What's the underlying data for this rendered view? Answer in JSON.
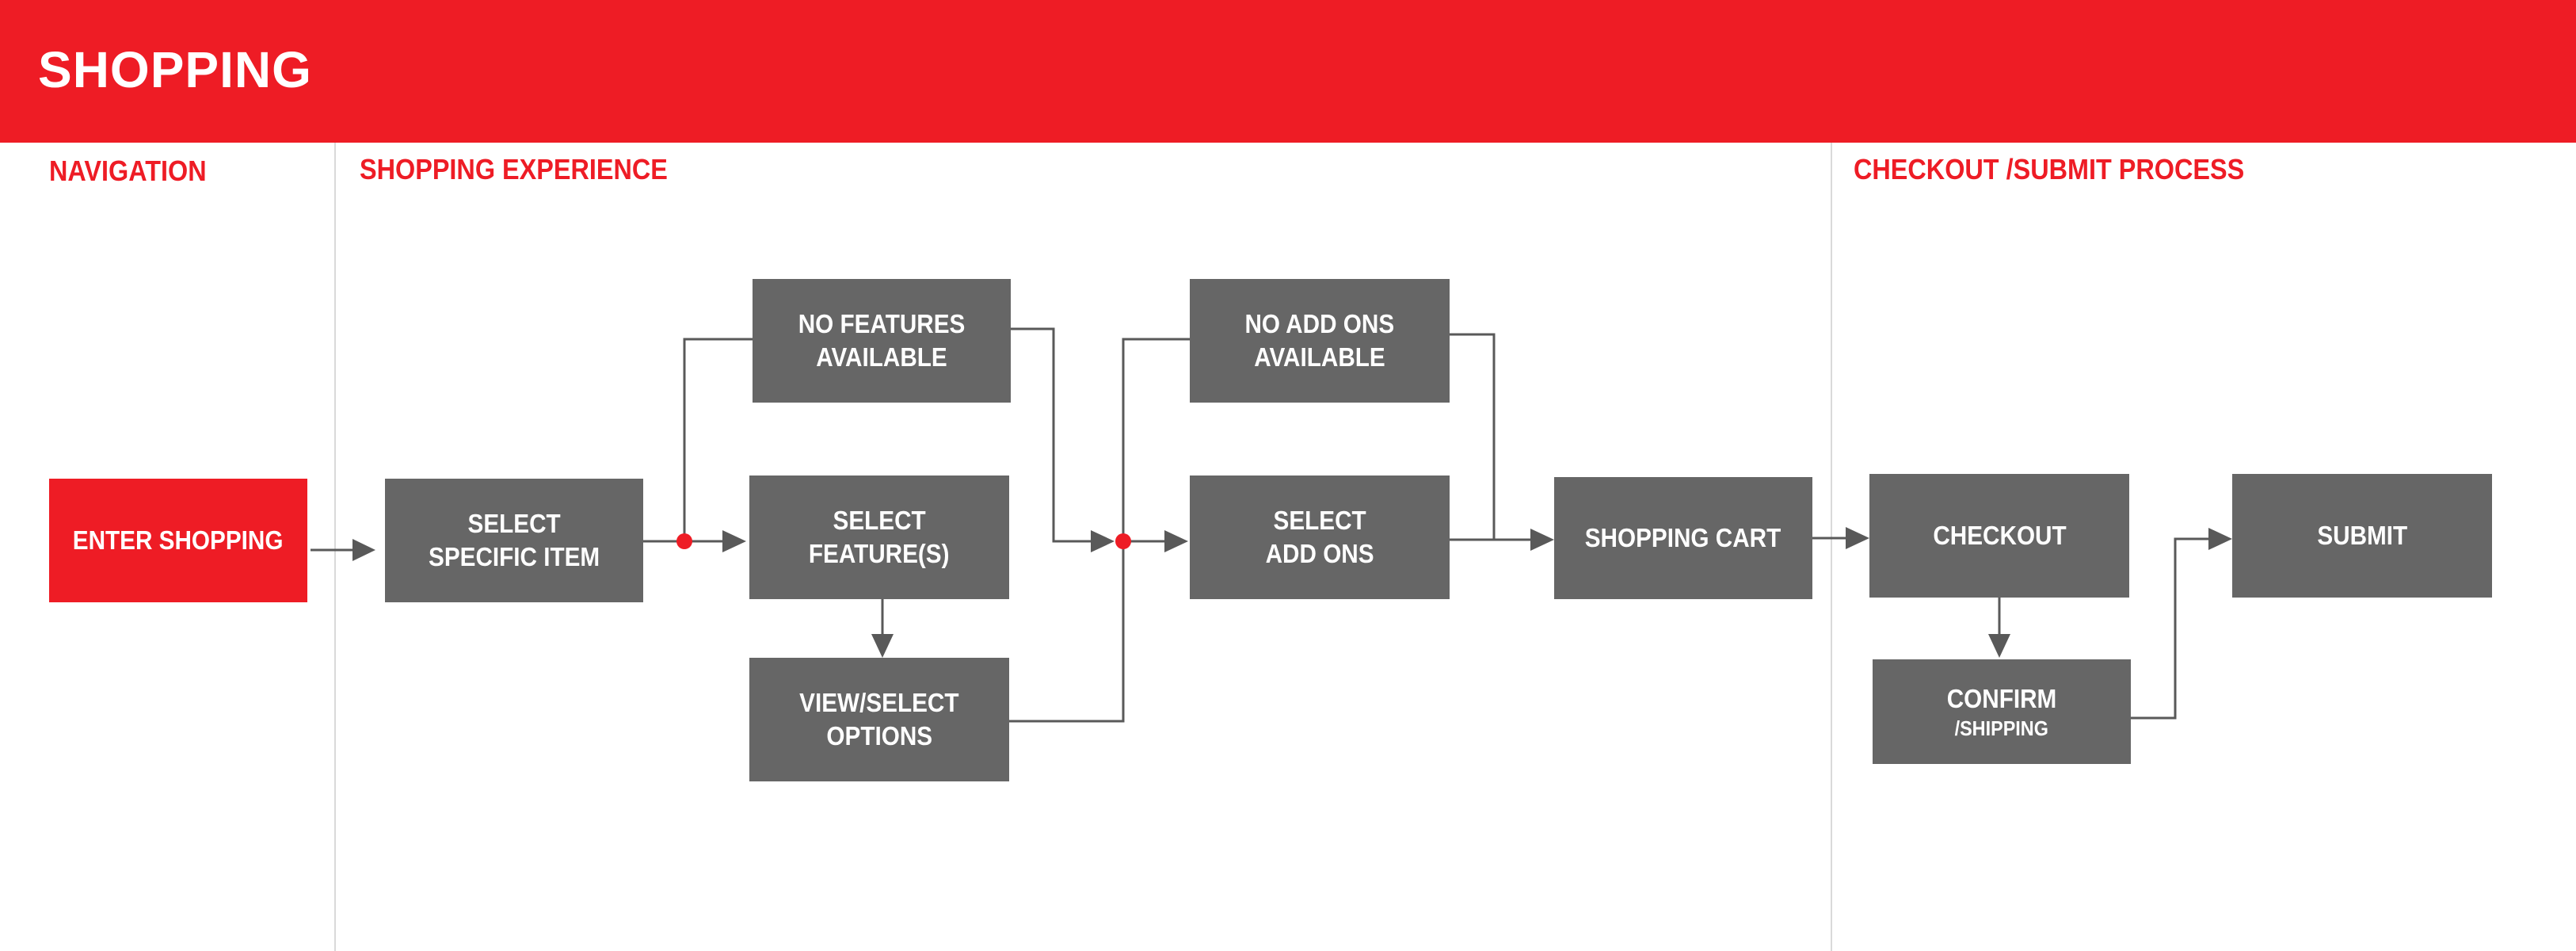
{
  "header": {
    "title": "SHOPPING",
    "background_color": "#ee1c25"
  },
  "sections": {
    "navigation": "NAVIGATION",
    "shopping_experience": "SHOPPING EXPERIENCE",
    "checkout_process": "CHECKOUT /SUBMIT PROCESS"
  },
  "colors": {
    "accent": "#ee1c25",
    "box": "#666666",
    "connector": "#595959",
    "divider": "#d9d9d9"
  },
  "nodes": {
    "enter_shopping": {
      "line1": "ENTER SHOPPING"
    },
    "select_specific_item": {
      "line1": "SELECT",
      "line2": "SPECIFIC ITEM"
    },
    "no_features_available": {
      "line1": "NO FEATURES",
      "line2": "AVAILABLE"
    },
    "select_features": {
      "line1": "SELECT",
      "line2": "FEATURE(S)"
    },
    "view_select_options": {
      "line1": "VIEW/SELECT",
      "line2": "OPTIONS"
    },
    "no_add_ons_available": {
      "line1": "NO ADD ONS",
      "line2": "AVAILABLE"
    },
    "select_add_ons": {
      "line1": "SELECT",
      "line2": "ADD ONS"
    },
    "shopping_cart": {
      "line1": "SHOPPING CART"
    },
    "checkout": {
      "line1": "CHECKOUT"
    },
    "confirm_shipping": {
      "line1": "CONFIRM",
      "line2": "/SHIPPING"
    },
    "submit": {
      "line1": "SUBMIT"
    }
  },
  "edges": [
    {
      "from": "enter_shopping",
      "to": "select_specific_item"
    },
    {
      "from": "select_specific_item",
      "to": "select_features"
    },
    {
      "from": "select_specific_item",
      "to": "no_features_available"
    },
    {
      "from": "no_features_available",
      "to": "select_add_ons"
    },
    {
      "from": "select_features",
      "to": "view_select_options"
    },
    {
      "from": "view_select_options",
      "to": "select_add_ons"
    },
    {
      "from": "select_add_ons",
      "to": "shopping_cart"
    },
    {
      "from": "no_add_ons_available",
      "to": "shopping_cart"
    },
    {
      "from": "shopping_cart",
      "to": "checkout"
    },
    {
      "from": "checkout",
      "to": "confirm_shipping"
    },
    {
      "from": "confirm_shipping",
      "to": "submit"
    }
  ]
}
